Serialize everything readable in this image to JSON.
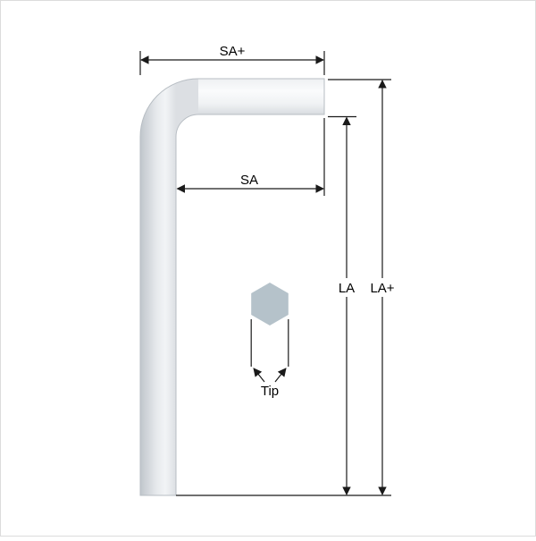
{
  "diagram": {
    "name": "hex-key-dimension-diagram",
    "labels": {
      "short_arm_plus": "SA+",
      "short_arm": "SA",
      "long_arm": "LA",
      "long_arm_plus": "LA+",
      "tip": "Tip"
    }
  },
  "colors": {
    "background": "#ffffff",
    "frame_border": "#dcdcdc",
    "dimension_line": "#1a1a1a",
    "text": "#000000",
    "key_edge": "#b7bdc3",
    "key_gradient_vertical_arm": [
      "#c0c6cc",
      "#e6e9ec",
      "#f2f4f6",
      "#dcdfe3"
    ],
    "key_gradient_short_arm": [
      "#eef0f2",
      "#fafbfc",
      "#f0f2f4",
      "#d8dce0"
    ],
    "hex_tip_fill": "#b5c2ca",
    "hex_tip_edge": "#94a4ad",
    "label_box": "#ffffff"
  }
}
